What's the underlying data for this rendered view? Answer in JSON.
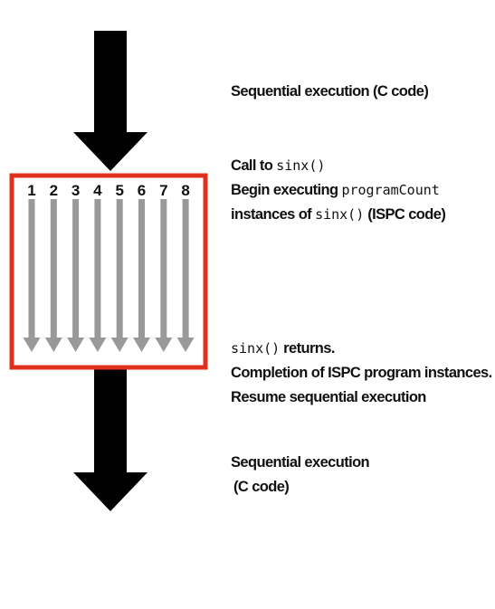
{
  "labels": {
    "seq_top": "Sequential execution (C code)",
    "call": {
      "prefix": "Call to ",
      "fn": "sinx()",
      "line2_prefix": "Begin executing ",
      "program_count": "programCount",
      "line3_prefix": "instances of ",
      "fn2": "sinx()",
      "line3_suffix": " (ISPC code)"
    },
    "returns": {
      "fn": "sinx()",
      "suffix": " returns.",
      "line2": "Completion of ISPC program instances.",
      "line3": "Resume sequential execution"
    },
    "seq_bottom": {
      "line1": "Sequential execution",
      "line2": "(C code)"
    }
  },
  "lanes": [
    "1",
    "2",
    "3",
    "4",
    "5",
    "6",
    "7",
    "8"
  ],
  "colors": {
    "main_arrow": "#000000",
    "gang_box": "#e0301e",
    "lane_arrow": "#999999",
    "text": "#111111"
  }
}
